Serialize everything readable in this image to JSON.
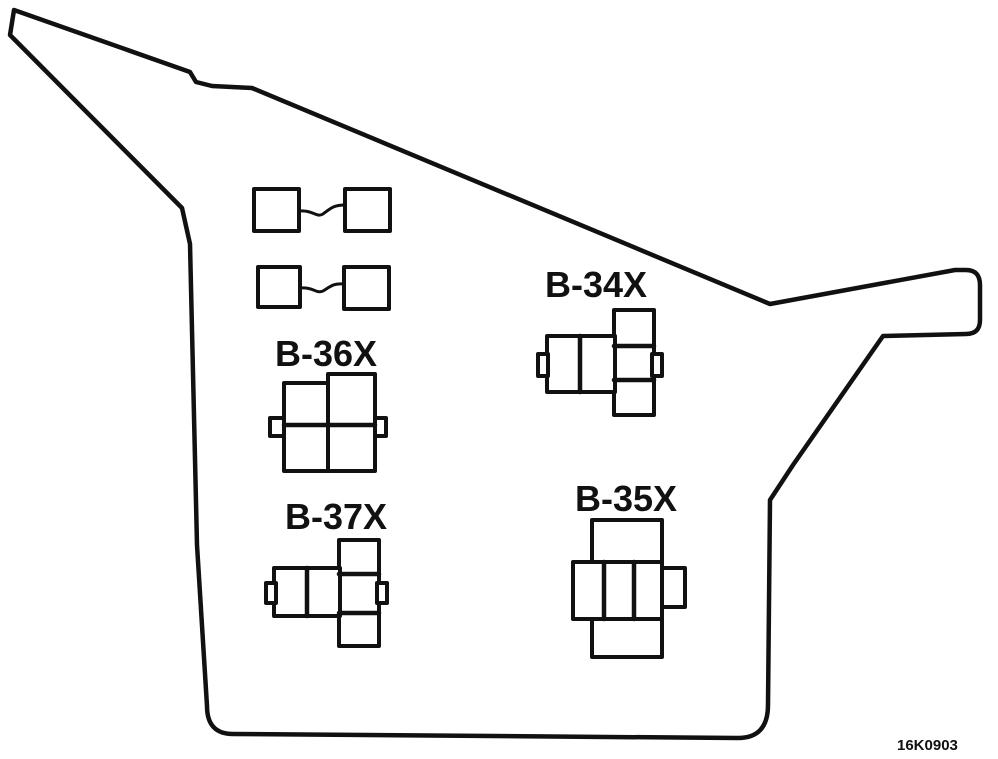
{
  "relays": [
    {
      "id": "b34",
      "label": "B-34X"
    },
    {
      "id": "b35",
      "label": "B-35X"
    },
    {
      "id": "b36",
      "label": "B-36X"
    },
    {
      "id": "b37",
      "label": "B-37X"
    }
  ],
  "figure_code": "16K0903"
}
